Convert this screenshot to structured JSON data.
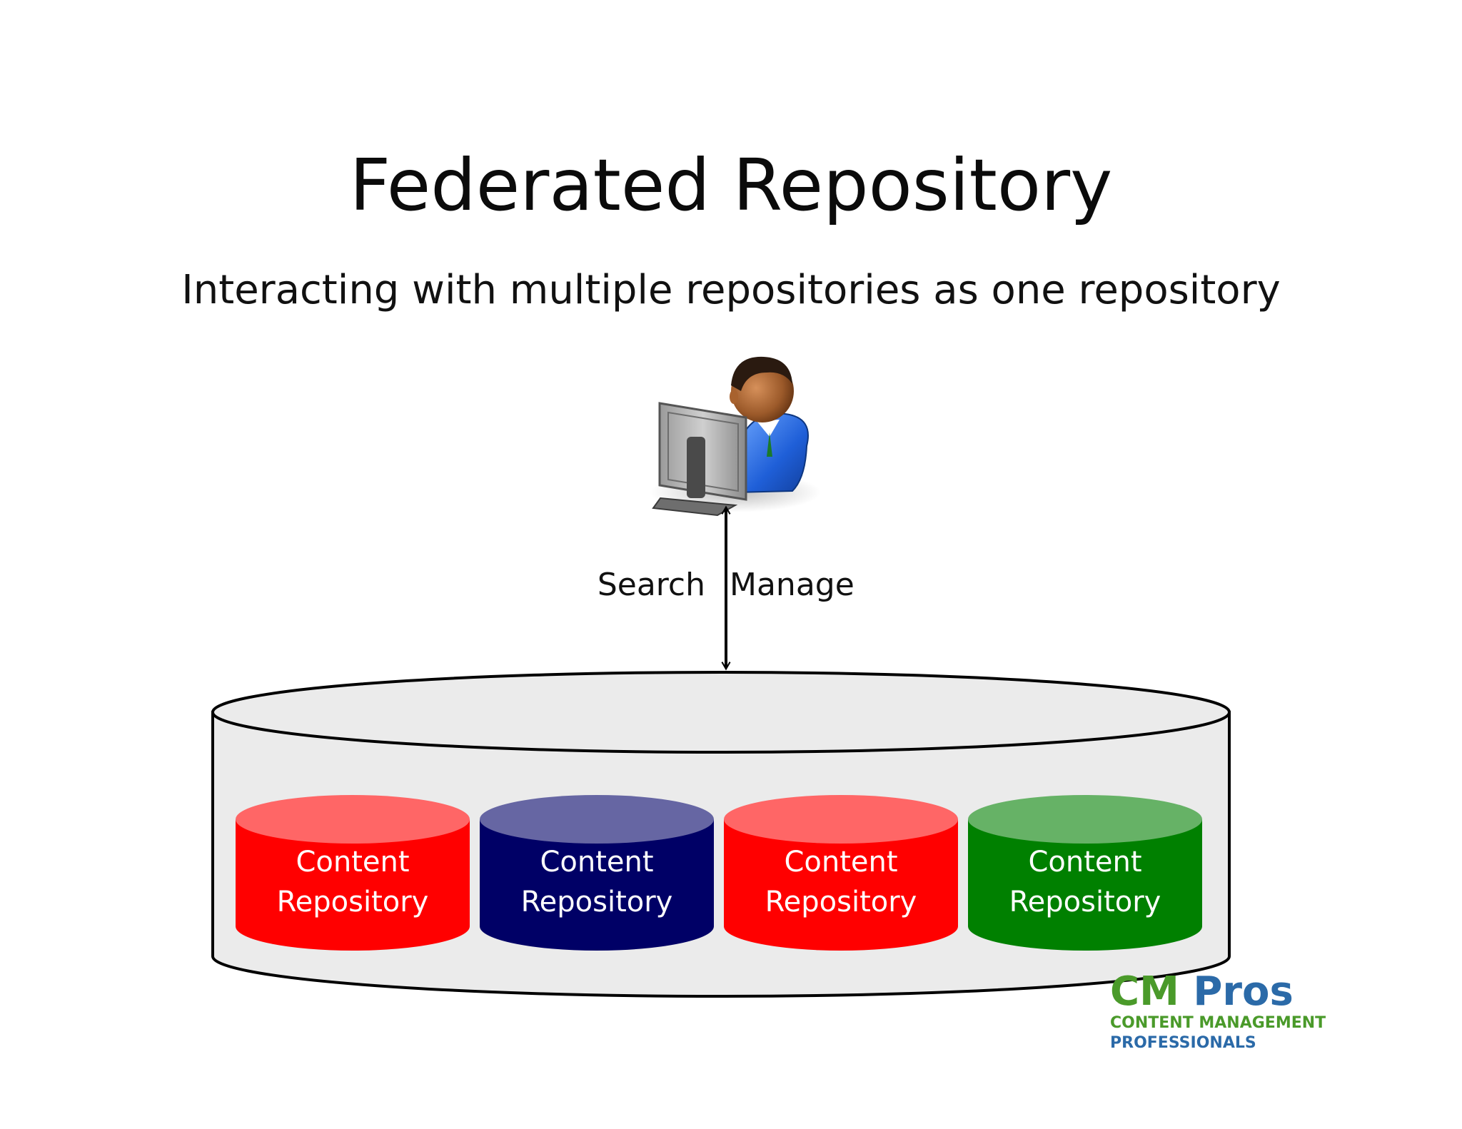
{
  "slide": {
    "title": "Federated Repository",
    "subtitle": "Interacting with multiple repositories as one repository"
  },
  "connection": {
    "left_label": "Search",
    "right_label": "Manage"
  },
  "repositories": [
    {
      "line1": "Content",
      "line2": "Repository",
      "color": "#ff0000",
      "top_color": "#ff6666"
    },
    {
      "line1": "Content",
      "line2": "Repository",
      "color": "#000066",
      "top_color": "#6666a3"
    },
    {
      "line1": "Content",
      "line2": "Repository",
      "color": "#ff0000",
      "top_color": "#ff6666"
    },
    {
      "line1": "Content",
      "line2": "Repository",
      "color": "#008000",
      "top_color": "#66b266"
    }
  ],
  "federated_store": {
    "fill": "#ebebeb",
    "stroke": "#000000"
  },
  "logo": {
    "brand_a": "CM",
    "brand_b": "Pros",
    "tagline_1": "CONTENT MANAGEMENT",
    "tagline_2": "PROFESSIONALS"
  }
}
